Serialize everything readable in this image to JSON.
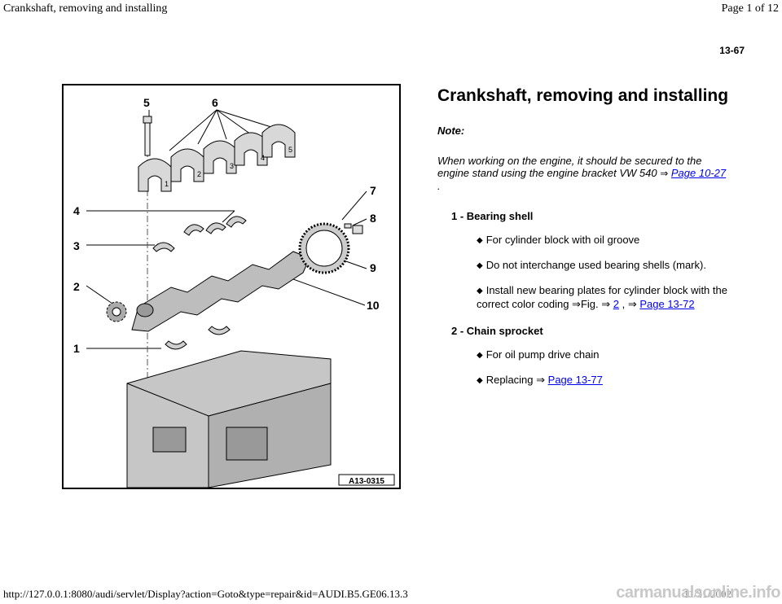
{
  "header": {
    "doc_title": "Crankshaft, removing and installing",
    "page_indicator": "Page 1 of 12"
  },
  "page_number": "13-67",
  "figure": {
    "code": "A13-0315",
    "callouts": [
      "1",
      "2",
      "3",
      "4",
      "5",
      "6",
      "7",
      "8",
      "9",
      "10"
    ],
    "cap_numbers": [
      "1",
      "2",
      "3",
      "4",
      "5"
    ]
  },
  "main": {
    "title": "Crankshaft, removing and installing",
    "note_label": "Note:",
    "note_text": "When working on the engine, it should be secured to the engine stand using the engine bracket VW 540",
    "note_arrow": "⇒",
    "note_link": "Page 10-27",
    "note_end": ".",
    "items": [
      {
        "heading": "1 - Bearing shell",
        "bullets": [
          {
            "text": "For cylinder block with oil groove"
          },
          {
            "text": "Do not interchange used bearing shells (mark)."
          },
          {
            "text": "Install new bearing plates for cylinder block with the correct color coding ⇒Fig. ⇒",
            "link1": "2",
            "mid": ", ⇒",
            "link2": "Page 13-72"
          }
        ]
      },
      {
        "heading": "2 - Chain sprocket",
        "bullets": [
          {
            "text": "For oil pump drive chain"
          },
          {
            "text": "Replacing ⇒",
            "link1": "Page 13-77"
          }
        ]
      }
    ]
  },
  "footer": {
    "url": "http://127.0.0.1:8080/audi/servlet/Display?action=Goto&type=repair&id=AUDI.B5.GE06.13.3",
    "date": "11/21/2002",
    "watermark": "carmanualsonline.info"
  }
}
